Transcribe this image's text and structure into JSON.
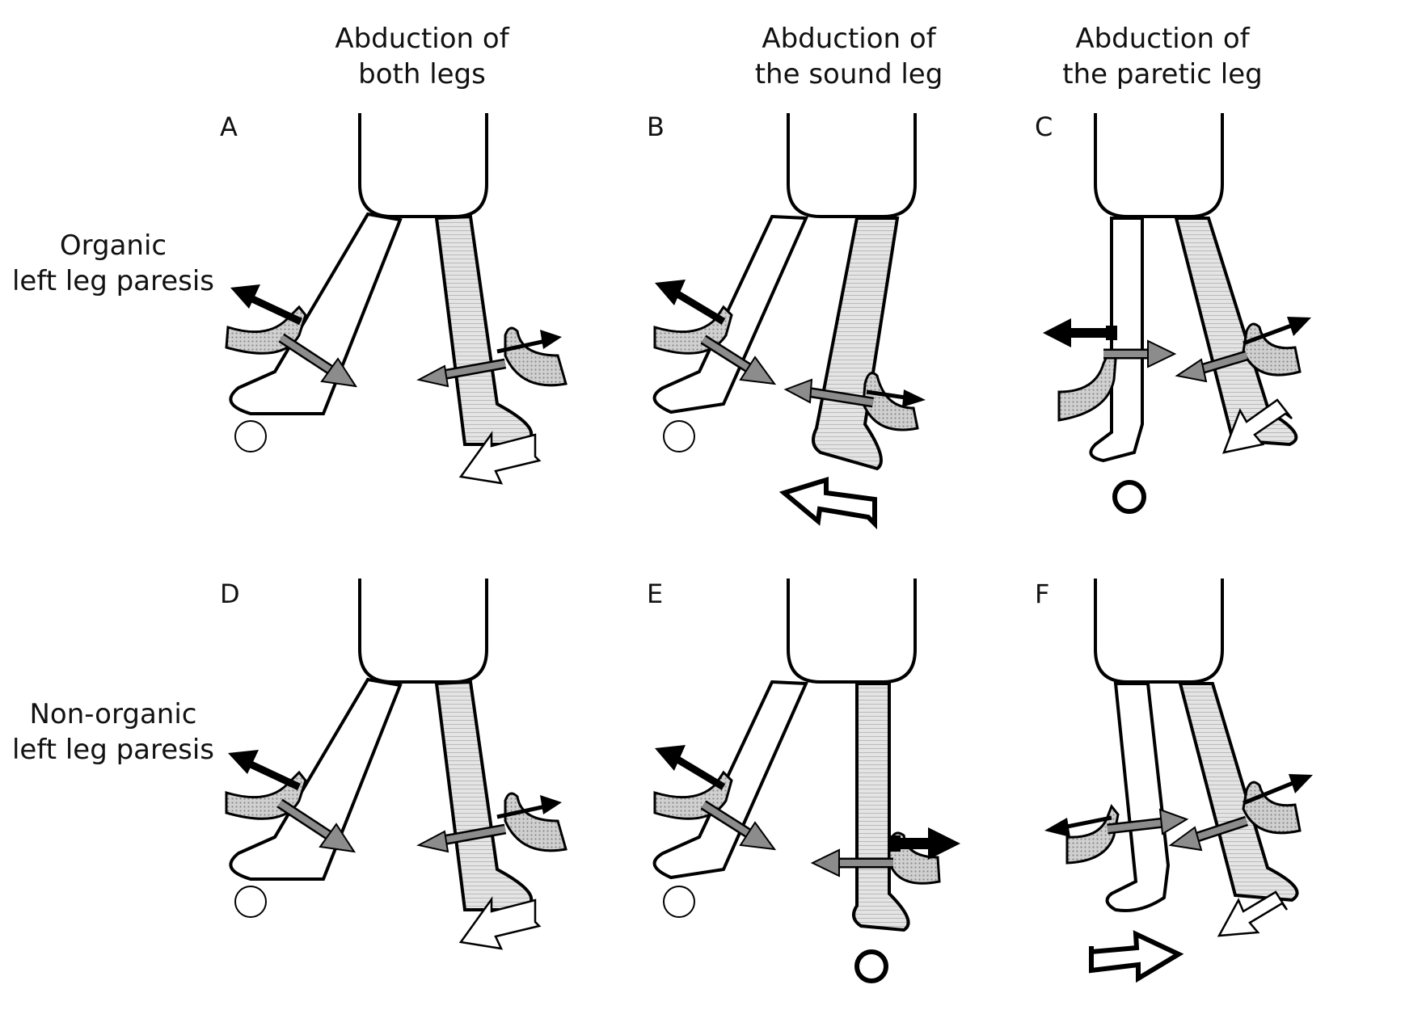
{
  "columns": [
    {
      "line1": "Abduction of",
      "line2": "both legs"
    },
    {
      "line1": "Abduction of",
      "line2": "the sound leg"
    },
    {
      "line1": "Abduction of",
      "line2": "the paretic leg"
    }
  ],
  "rows": [
    {
      "line1": "Organic",
      "line2": "left leg paresis"
    },
    {
      "line1": "Non-organic",
      "line2": "left leg paresis"
    }
  ],
  "panels": [
    {
      "letter": "A",
      "type": "both",
      "big_arrow": "thin",
      "circle": "thin"
    },
    {
      "letter": "B",
      "type": "sound",
      "big_arrow": "bold",
      "circle": "thin"
    },
    {
      "letter": "C",
      "type": "paretic",
      "big_arrow": "thin",
      "circle": "bold"
    },
    {
      "letter": "D",
      "type": "both",
      "big_arrow": "thin",
      "circle": "thin"
    },
    {
      "letter": "E",
      "type": "sound_nonorganic",
      "big_arrow": "none",
      "circle": "both"
    },
    {
      "letter": "F",
      "type": "paretic_nonorganic",
      "big_arrow": "both",
      "circle": "none"
    }
  ],
  "colors": {
    "line": "#000000",
    "gray_arrow": "#8c8c8c",
    "cuff": "#c8c8c8",
    "paretic_leg": "#d6d6d6"
  }
}
